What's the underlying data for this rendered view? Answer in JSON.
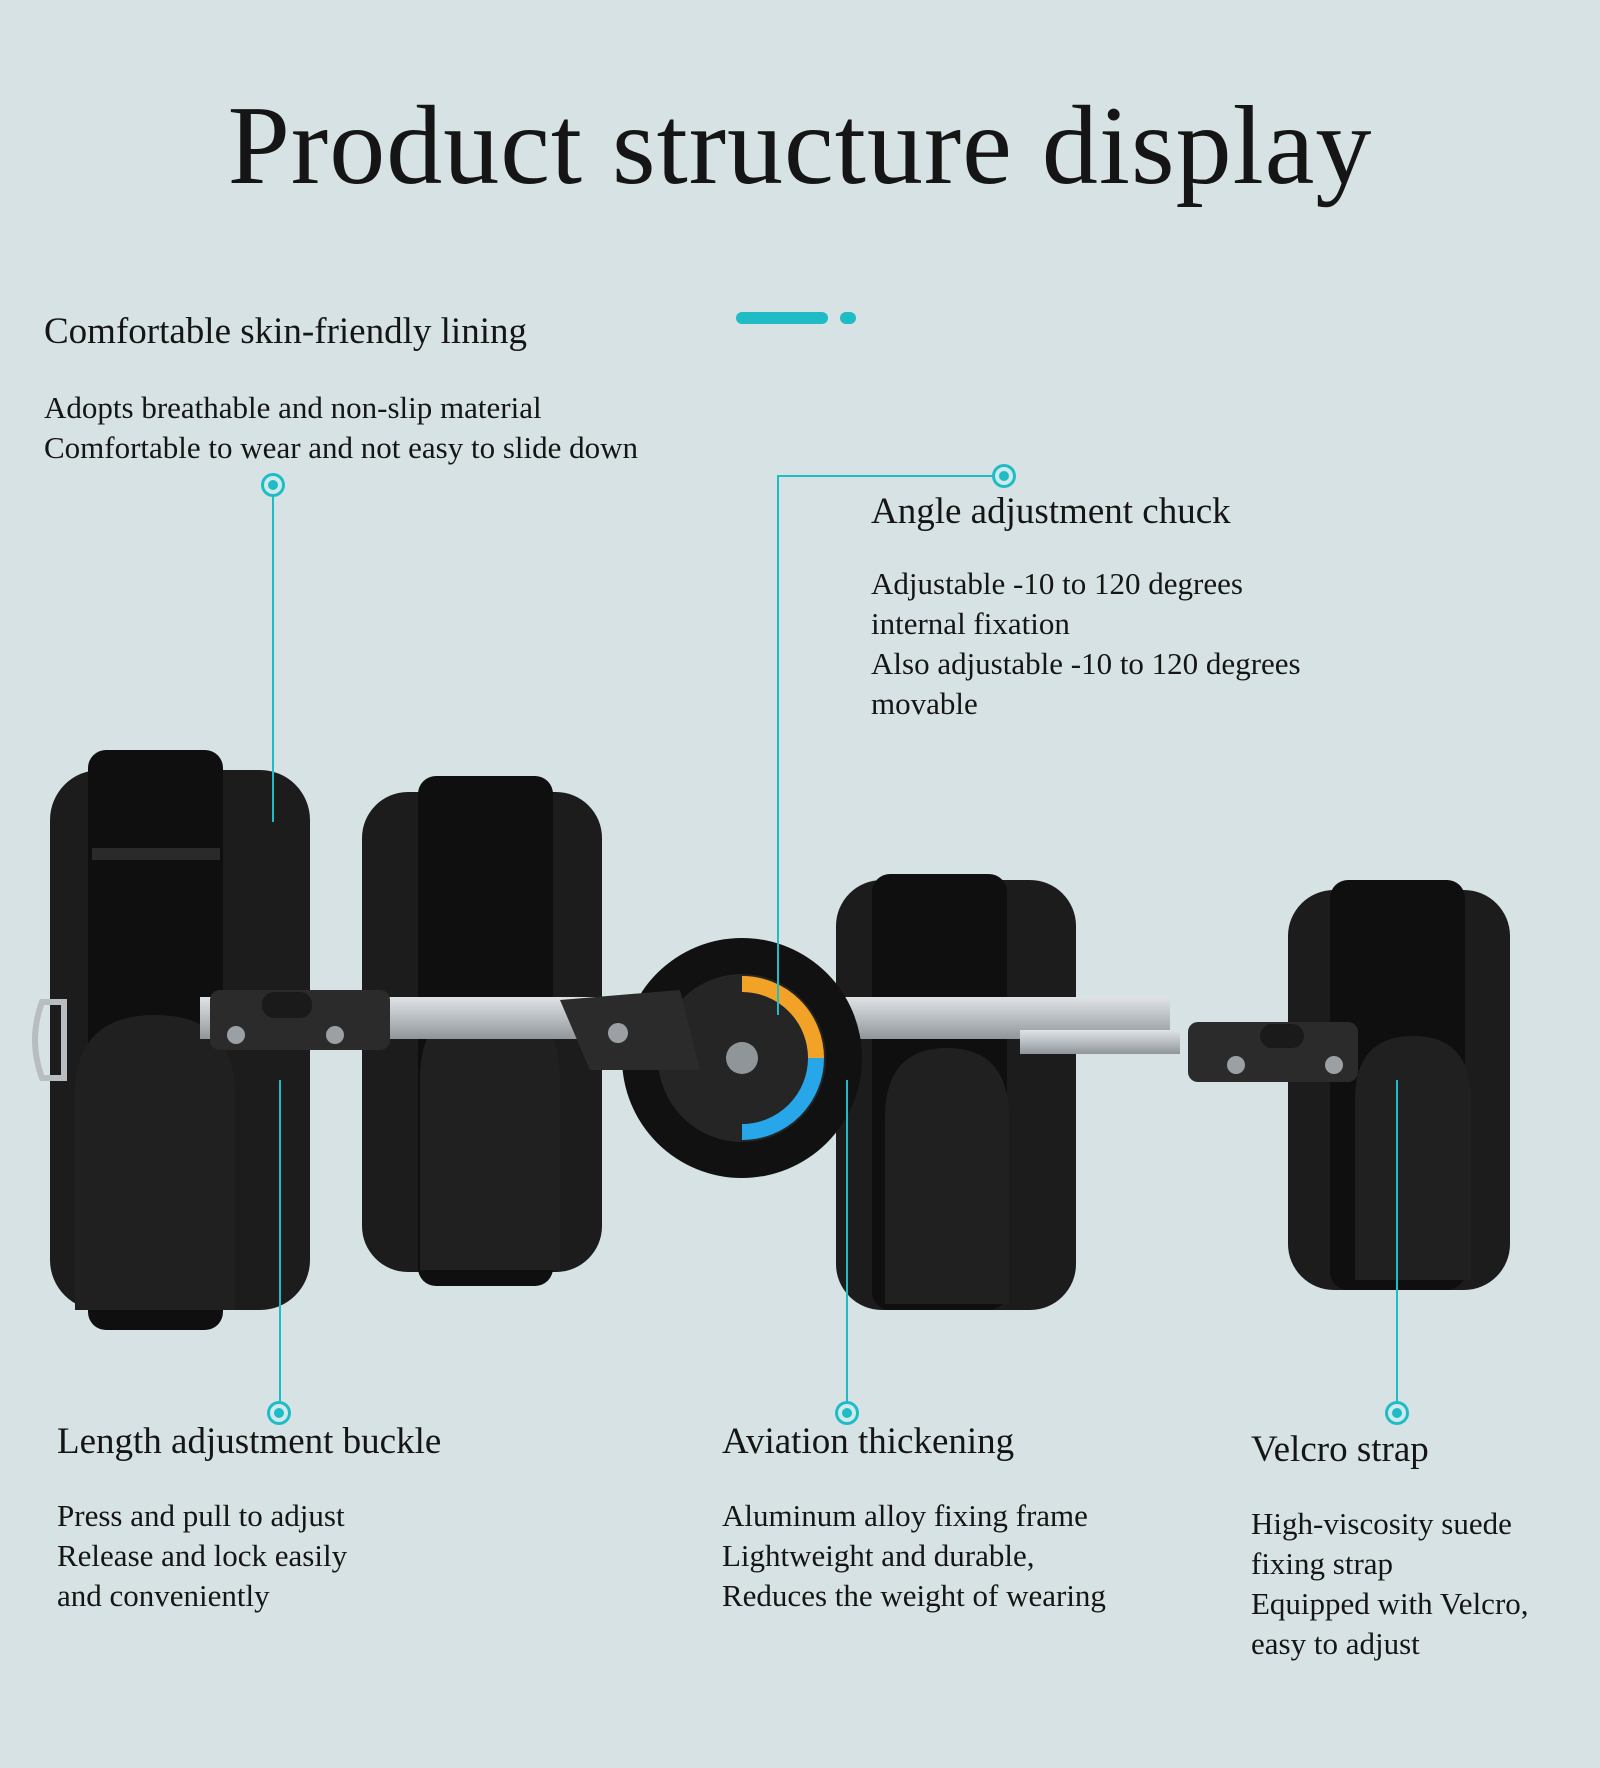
{
  "title": "Product structure display",
  "colors": {
    "background": "#d6e2e3",
    "accent": "#1fbcc6",
    "text": "#151515",
    "brace_body": "#161616",
    "aluminum": "#c9cdd0"
  },
  "features": {
    "lining": {
      "heading": "Comfortable skin-friendly lining",
      "lines": [
        "Adopts breathable and non-slip material",
        "Comfortable to wear and not easy to slide down"
      ]
    },
    "chuck": {
      "heading": "Angle adjustment chuck",
      "lines": [
        "Adjustable -10 to 120 degrees",
        "internal fixation",
        "Also adjustable -10 to 120 degrees",
        "movable"
      ]
    },
    "buckle": {
      "heading": "Length adjustment buckle",
      "lines": [
        "Press and pull to adjust",
        "Release and lock easily",
        "and conveniently"
      ]
    },
    "aviation": {
      "heading": "Aviation thickening",
      "lines": [
        "Aluminum alloy fixing frame",
        "Lightweight and durable,",
        "Reduces the weight of wearing"
      ]
    },
    "velcro": {
      "heading": "Velcro strap",
      "lines": [
        "High-viscosity suede",
        "fixing strap",
        "Equipped with Velcro,",
        "easy to adjust"
      ]
    }
  }
}
